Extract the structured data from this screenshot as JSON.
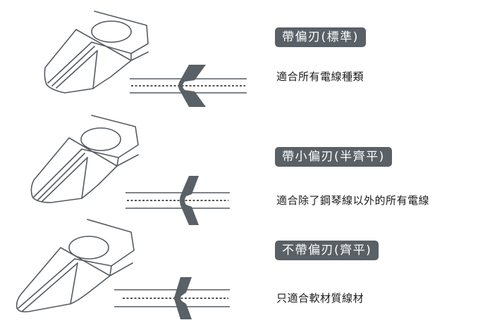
{
  "rows": [
    {
      "label": "帶偏刃(標準)",
      "description": "適合所有電線種類"
    },
    {
      "label": "帶小偏刃(半齊平)",
      "description": "適合除了鋼琴線以外的所有電線"
    },
    {
      "label": "不帶偏刃(齊平)",
      "description": "只適合軟材質線材"
    }
  ],
  "colors": {
    "outline": "#555b61",
    "blade": "#596066",
    "label_bg": "#596066",
    "label_text": "#ffffff",
    "description_text": "#1a1a1a"
  }
}
